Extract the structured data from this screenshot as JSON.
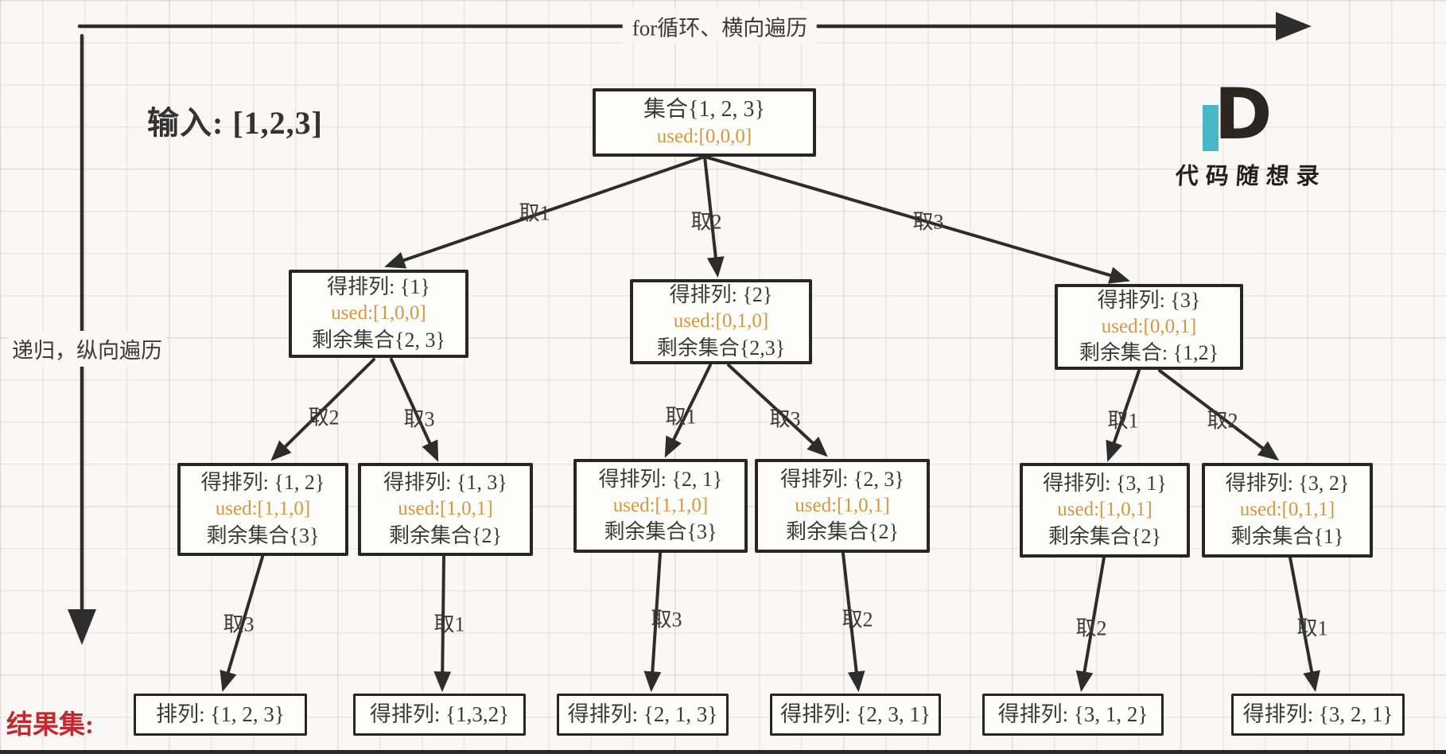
{
  "axes": {
    "horizontal_label": "for循环、横向遍历",
    "vertical_label": "递归，纵向遍历"
  },
  "annotations": {
    "input_label": "输入: [1,2,3]",
    "result_label": "结果集:"
  },
  "logo": {
    "letter": "D",
    "text": "代码随想录"
  },
  "colors": {
    "ink": "#2d2d2d",
    "used_orange": "#d6973e",
    "result_red": "#c4272e",
    "logo_teal": "#49b8c4",
    "paper": "#f9f8f6"
  },
  "tree": {
    "root": {
      "set": "集合{1, 2, 3}",
      "used": "used:[0,0,0]"
    },
    "level2": [
      {
        "perm": "得排列: {1}",
        "used": "used:[1,0,0]",
        "rest": "剩余集合{2, 3}"
      },
      {
        "perm": "得排列: {2}",
        "used": "used:[0,1,0]",
        "rest": "剩余集合{2,3}"
      },
      {
        "perm": "得排列: {3}",
        "used": "used:[0,0,1]",
        "rest": "剩余集合: {1,2}"
      }
    ],
    "level3": [
      {
        "perm": "得排列: {1, 2}",
        "used": "used:[1,1,0]",
        "rest": "剩余集合{3}"
      },
      {
        "perm": "得排列: {1, 3}",
        "used": "used:[1,0,1]",
        "rest": "剩余集合{2}"
      },
      {
        "perm": "得排列: {2, 1}",
        "used": "used:[1,1,0]",
        "rest": "剩余集合{3}"
      },
      {
        "perm": "得排列: {2, 3}",
        "used": "used:[1,0,1]",
        "rest": "剩余集合{2}"
      },
      {
        "perm": "得排列: {3, 1}",
        "used": "used:[1,0,1]",
        "rest": "剩余集合{2}"
      },
      {
        "perm": "得排列: {3, 2}",
        "used": "used:[0,1,1]",
        "rest": "剩余集合{1}"
      }
    ],
    "leaves": [
      "排列: {1, 2, 3}",
      "得排列: {1,3,2}",
      "得排列: {2, 1, 3}",
      "得排列: {2, 3, 1}",
      "得排列: {3, 1, 2}",
      "得排列: {3, 2, 1}"
    ],
    "edge_labels": {
      "level1": [
        "取1",
        "取2",
        "取3"
      ],
      "level2": [
        "取2",
        "取3",
        "取1",
        "取3",
        "取1",
        "取2"
      ],
      "level3": [
        "取3",
        "取1",
        "取3",
        "取2",
        "取2",
        "取1"
      ]
    }
  }
}
